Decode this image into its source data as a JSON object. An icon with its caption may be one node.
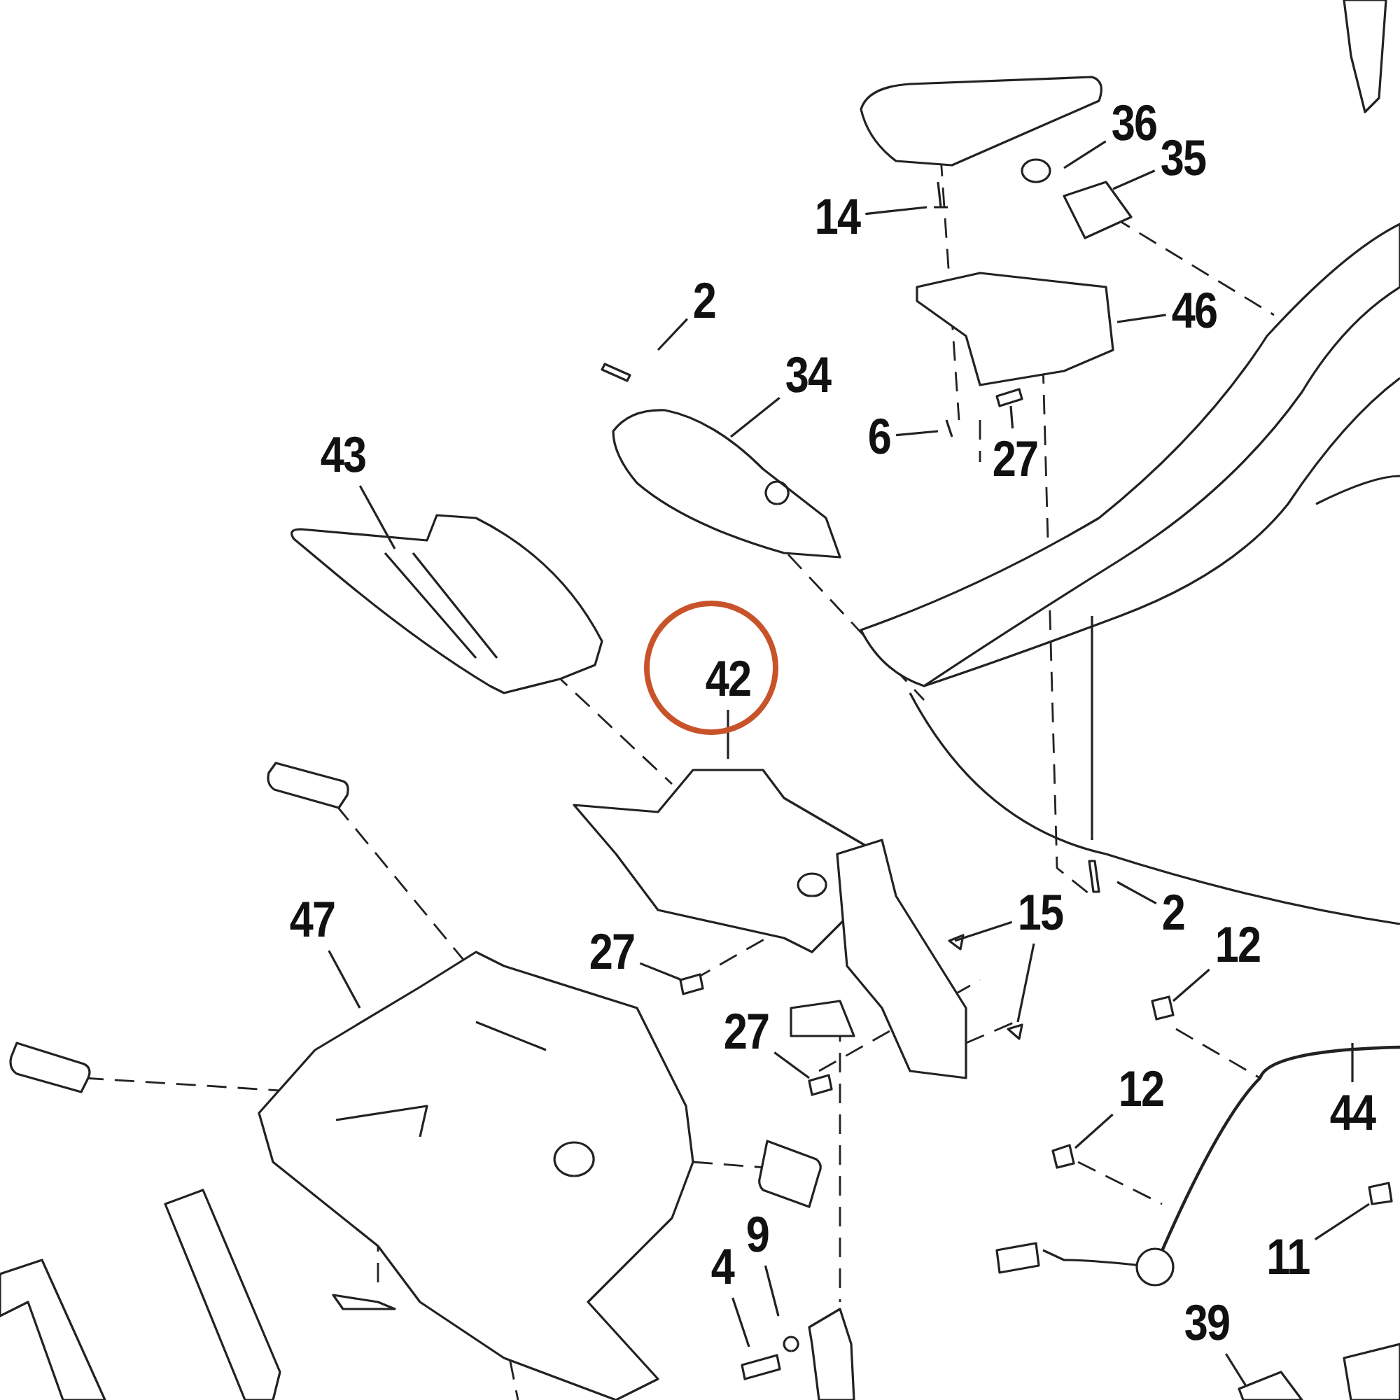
{
  "diagram": {
    "nodes": [
      {
        "text": [
          "36"
        ]
      },
      {
        "text": [
          "35"
        ]
      },
      {
        "text": [
          "14"
        ]
      },
      {
        "text": [
          "2"
        ]
      },
      {
        "text": [
          "46"
        ]
      },
      {
        "text": [
          "34"
        ]
      },
      {
        "text": [
          "6"
        ]
      },
      {
        "text": [
          "43"
        ]
      },
      {
        "text": [
          "27"
        ]
      },
      {
        "text": [
          "42"
        ]
      },
      {
        "text": [
          "47"
        ]
      },
      {
        "text": [
          "15"
        ]
      },
      {
        "text": [
          "2"
        ]
      },
      {
        "text": [
          "12"
        ]
      },
      {
        "text": [
          "27"
        ]
      },
      {
        "text": [
          "27"
        ]
      },
      {
        "text": [
          "12"
        ]
      },
      {
        "text": [
          "44"
        ]
      },
      {
        "text": [
          "9"
        ]
      },
      {
        "text": [
          "11"
        ]
      },
      {
        "text": [
          "4"
        ]
      },
      {
        "text": [
          "39"
        ]
      }
    ],
    "edges": [
      {
        "from": 0,
        "to": null,
        "arrow": "none"
      },
      {
        "from": 1,
        "to": null,
        "arrow": "none"
      },
      {
        "from": 2,
        "to": null,
        "arrow": "none"
      },
      {
        "from": 3,
        "to": null,
        "arrow": "none"
      },
      {
        "from": 4,
        "to": null,
        "arrow": "none"
      },
      {
        "from": 5,
        "to": null,
        "arrow": "none"
      },
      {
        "from": 6,
        "to": null,
        "arrow": "none"
      },
      {
        "from": 7,
        "to": null,
        "arrow": "none"
      },
      {
        "from": 8,
        "to": null,
        "arrow": "none"
      },
      {
        "from": 9,
        "to": null,
        "arrow": "none"
      },
      {
        "from": 10,
        "to": null,
        "arrow": "none"
      },
      {
        "from": 11,
        "to": null,
        "arrow": "none"
      },
      {
        "from": 11,
        "to": null,
        "arrow": "none"
      },
      {
        "from": 12,
        "to": null,
        "arrow": "none"
      },
      {
        "from": 13,
        "to": null,
        "arrow": "none"
      },
      {
        "from": 14,
        "to": null,
        "arrow": "none"
      },
      {
        "from": 15,
        "to": null,
        "arrow": "none"
      },
      {
        "from": 16,
        "to": null,
        "arrow": "none"
      },
      {
        "from": 17,
        "to": null,
        "arrow": "none"
      },
      {
        "from": 18,
        "to": null,
        "arrow": "none"
      },
      {
        "from": 19,
        "to": null,
        "arrow": "none"
      },
      {
        "from": 20,
        "to": null,
        "arrow": "none"
      },
      {
        "from": 21,
        "to": null,
        "arrow": "none"
      }
    ]
  }
}
